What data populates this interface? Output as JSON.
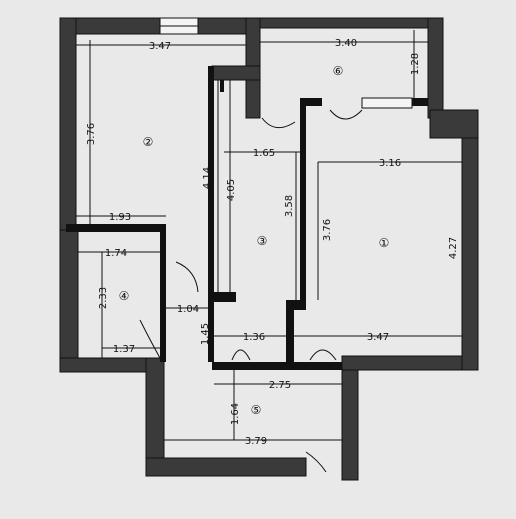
{
  "floor_plan": {
    "rooms": [
      {
        "id": "room-1",
        "label": "①"
      },
      {
        "id": "room-2",
        "label": "②"
      },
      {
        "id": "room-3",
        "label": "③"
      },
      {
        "id": "room-4",
        "label": "④"
      },
      {
        "id": "room-5",
        "label": "⑤"
      },
      {
        "id": "room-6",
        "label": "⑥"
      }
    ],
    "dimensions": {
      "d347_top": "3.47",
      "d340_top": "3.40",
      "d128": "1.28",
      "d376_room2": "3.76",
      "d414": "4.14",
      "d405": "4.05",
      "d165": "1.65",
      "d358": "3.58",
      "d316": "3.16",
      "d376_room1": "3.76",
      "d427": "4.27",
      "d193": "1.93",
      "d174": "1.74",
      "d233": "2.33",
      "d137": "1.37",
      "d104": "1.04",
      "d145": "1.45",
      "d136": "1.36",
      "d347_bottom": "3.47",
      "d275": "2.75",
      "d164": "1.64",
      "d379": "3.79"
    }
  }
}
